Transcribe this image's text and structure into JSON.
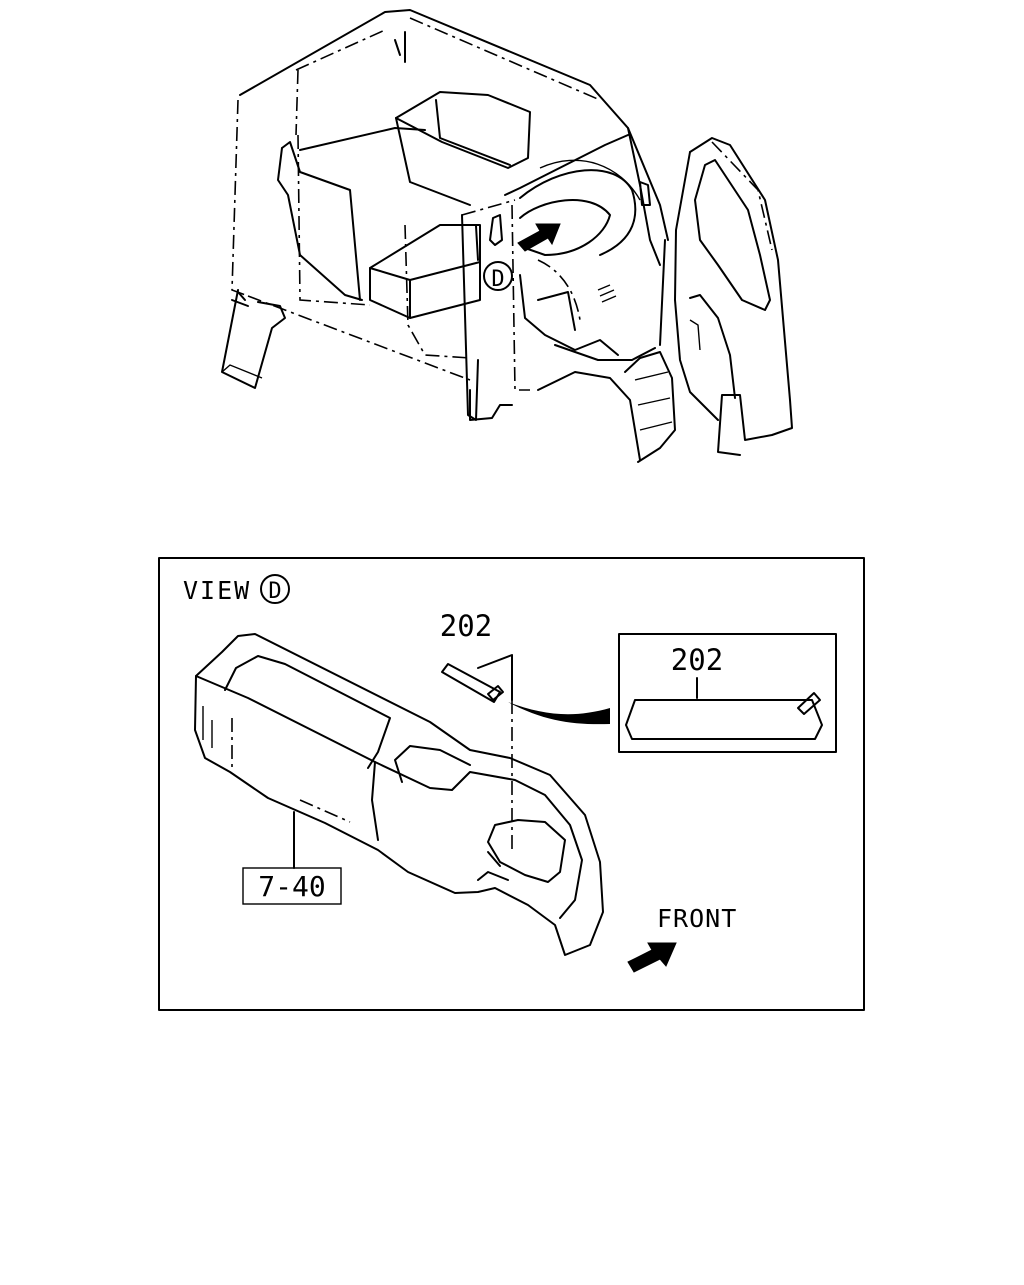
{
  "diagram": {
    "callout_marker_top": "D",
    "view_label": {
      "word": "VIEW",
      "marker": "D"
    },
    "part_labels": {
      "part_202_main": "202",
      "part_202_detail": "202",
      "part_ref_box": "7-40"
    },
    "direction_label": "FRONT"
  }
}
